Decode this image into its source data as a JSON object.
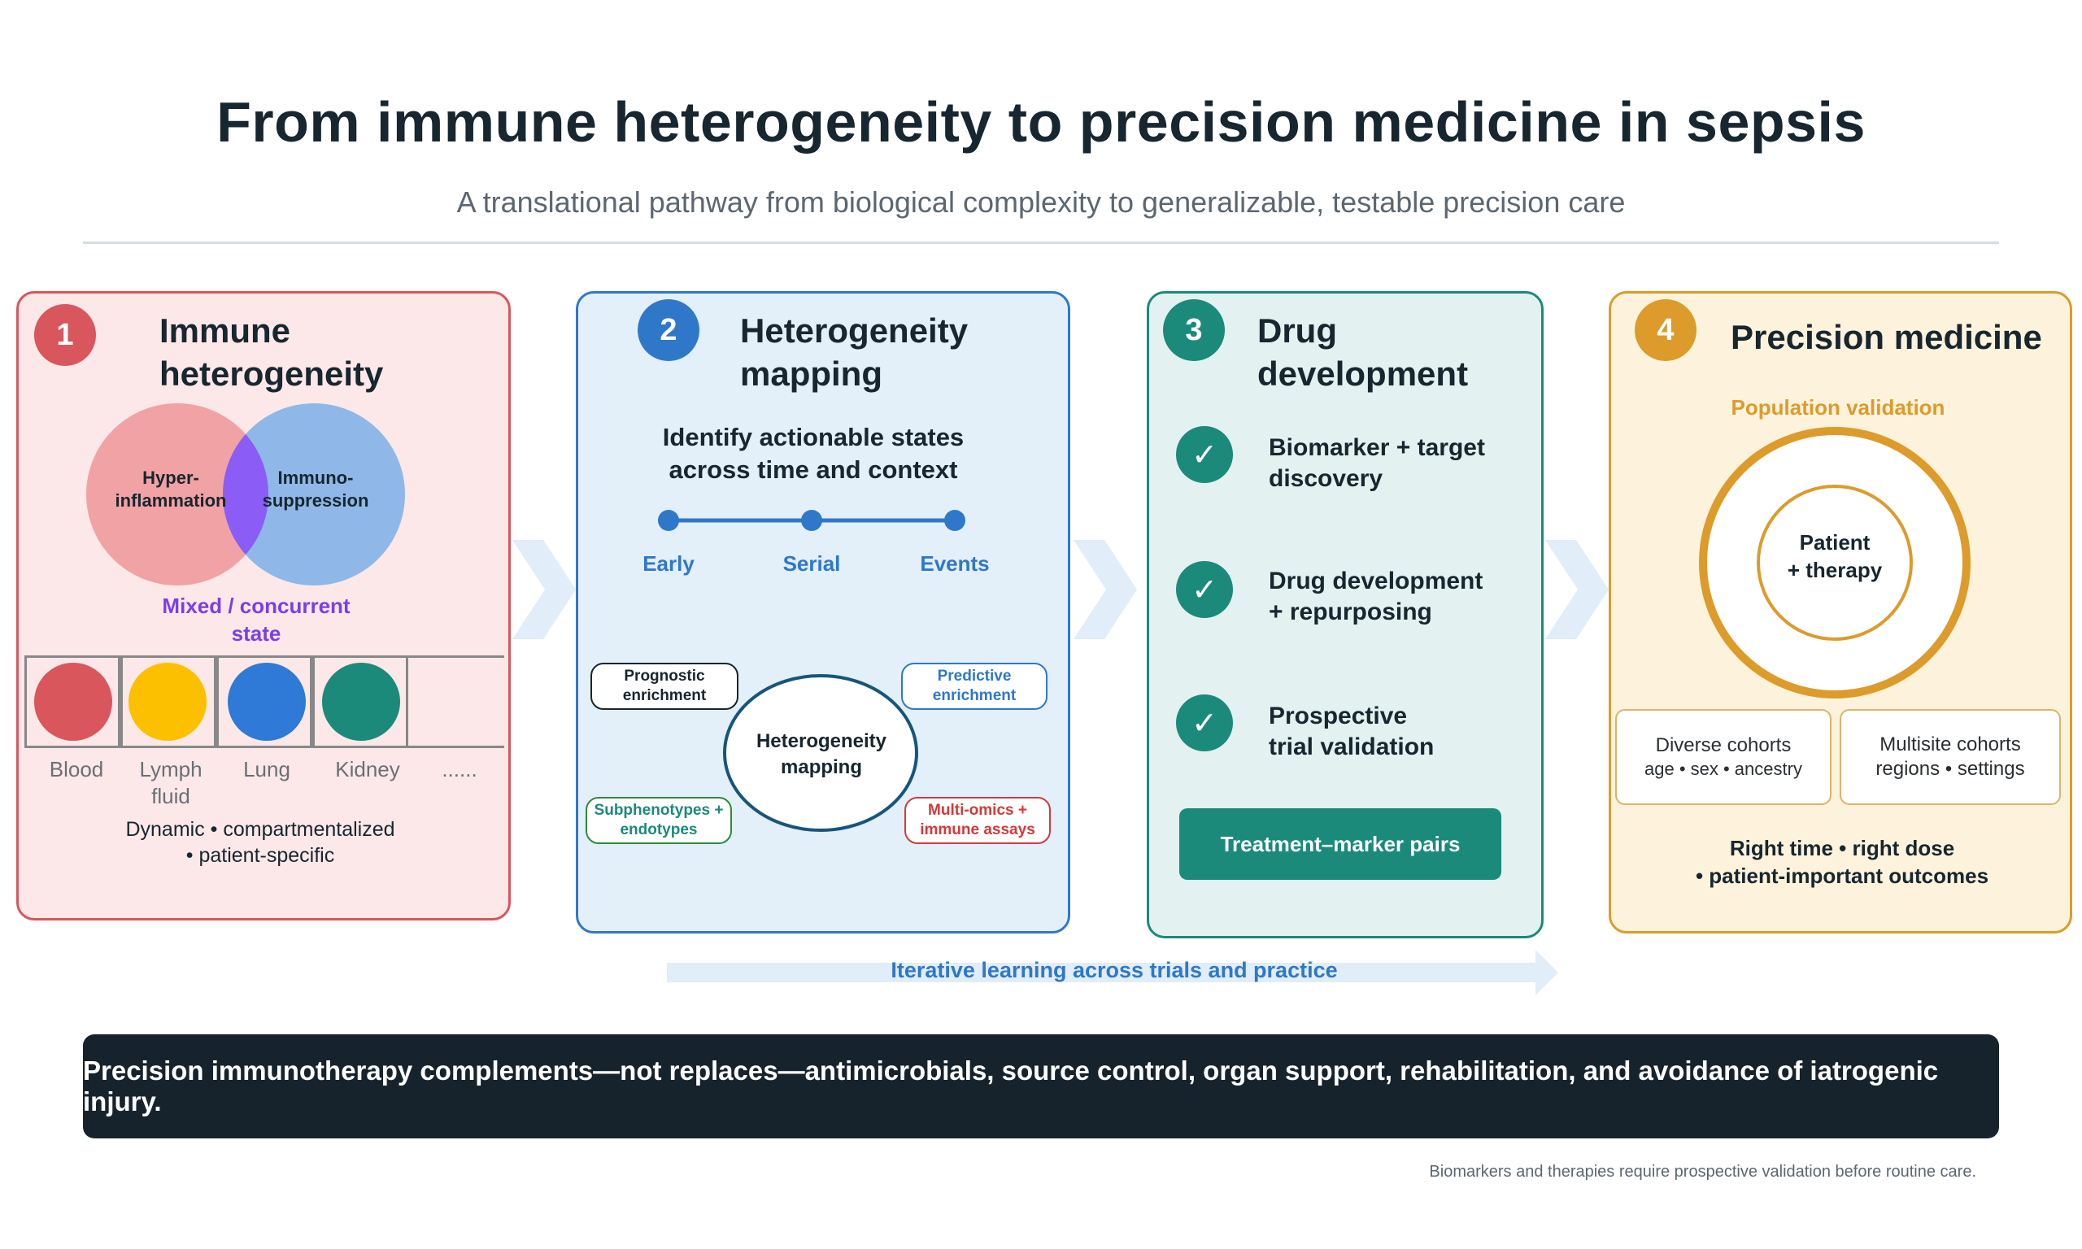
{
  "title": "From immune heterogeneity to precision medicine in sepsis",
  "subtitle": "A translational pathway from biological complexity to generalizable, testable precision care",
  "panel1": {
    "number": "1",
    "title": "Immune\nheterogeneity",
    "venn_left": "Hyper-\ninflammation",
    "venn_right": "Immuno-\nsuppression",
    "overlap_label": "Mixed / concurrent\nstate",
    "organs": [
      "Blood",
      "Lymph\nfluid",
      "Lung",
      "Kidney",
      "......"
    ],
    "organ_colors": [
      "#d9565c",
      "#fcc000",
      "#2e7ad6",
      "#1b8a7b"
    ],
    "caption": "Dynamic • compartmentalized\n• patient-specific"
  },
  "panel2": {
    "number": "2",
    "title": "Heterogeneity\nmapping",
    "lead": "Identify actionable states\nacross time and context",
    "timeline": [
      "Early",
      "Serial",
      "Events"
    ],
    "center": "Heterogeneity\nmapping",
    "prognostic": "Prognostic\nenrichment",
    "predictive": "Predictive\nenrichment",
    "subphenotypes": "Subphenotypes +\nendotypes",
    "multiomics": "Multi-omics +\nimmune assays"
  },
  "panel3": {
    "number": "3",
    "title": "Drug\ndevelopment",
    "check_glyph": "✓",
    "steps": [
      "Biomarker + target\ndiscovery",
      "Drug development\n+ repurposing",
      "Prospective\ntrial validation"
    ],
    "button": "Treatment–marker pairs"
  },
  "panel4": {
    "number": "4",
    "title": "Precision medicine",
    "validation_label": "Population validation",
    "center": "Patient\n+ therapy",
    "cohort_left": {
      "title": "Diverse cohorts",
      "detail": "age • sex • ancestry"
    },
    "cohort_right": {
      "title": "Multisite cohorts",
      "detail": "regions • settings"
    },
    "caption": "Right time • right dose\n• patient-important outcomes"
  },
  "iterative_label": "Iterative learning across trials and practice",
  "banner": "Precision immunotherapy complements—not replaces—antimicrobials, source control, organ support, rehabilitation, and avoidance of iatrogenic injury.",
  "footnote": "Biomarkers and therapies require prospective validation before routine care.",
  "colors": {
    "red": "#d9565c",
    "blue": "#2f78c9",
    "teal": "#1b8a7b",
    "gold": "#dc9b2b",
    "purple": "#7b3fe4",
    "dark": "#17232c"
  }
}
